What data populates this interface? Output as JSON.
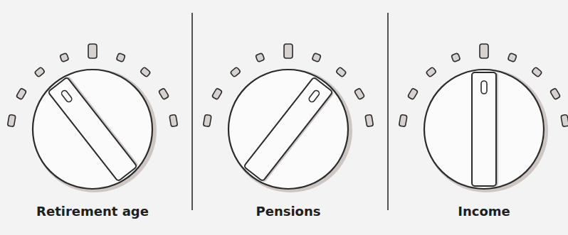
{
  "diagram": {
    "labels": [
      "Retirement age",
      "Pensions",
      "Income"
    ]
  }
}
